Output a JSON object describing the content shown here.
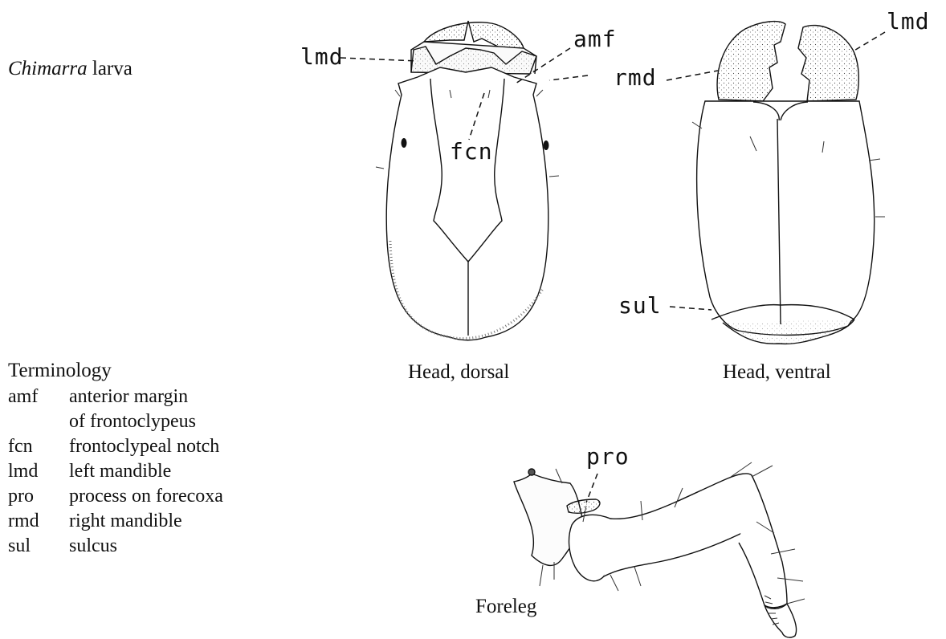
{
  "title": {
    "genus": "Chimarra",
    "rest": " larva"
  },
  "terminology": {
    "heading": "Terminology",
    "entries": [
      {
        "abbr": "amf",
        "definition": "anterior margin\nof frontoclypeus"
      },
      {
        "abbr": "fcn",
        "definition": "frontoclypeal notch"
      },
      {
        "abbr": "lmd",
        "definition": "left mandible"
      },
      {
        "abbr": "pro",
        "definition": "process on forecoxa"
      },
      {
        "abbr": "rmd",
        "definition": "right mandible"
      },
      {
        "abbr": "sul",
        "definition": "sulcus"
      }
    ]
  },
  "captions": {
    "head_dorsal": "Head, dorsal",
    "head_ventral": "Head, ventral",
    "foreleg": "Foreleg"
  },
  "labels": {
    "lmd_left": "lmd",
    "amf": "amf",
    "rmd": "rmd",
    "fcn": "fcn",
    "lmd_right": "lmd",
    "sul": "sul",
    "pro": "pro"
  }
}
